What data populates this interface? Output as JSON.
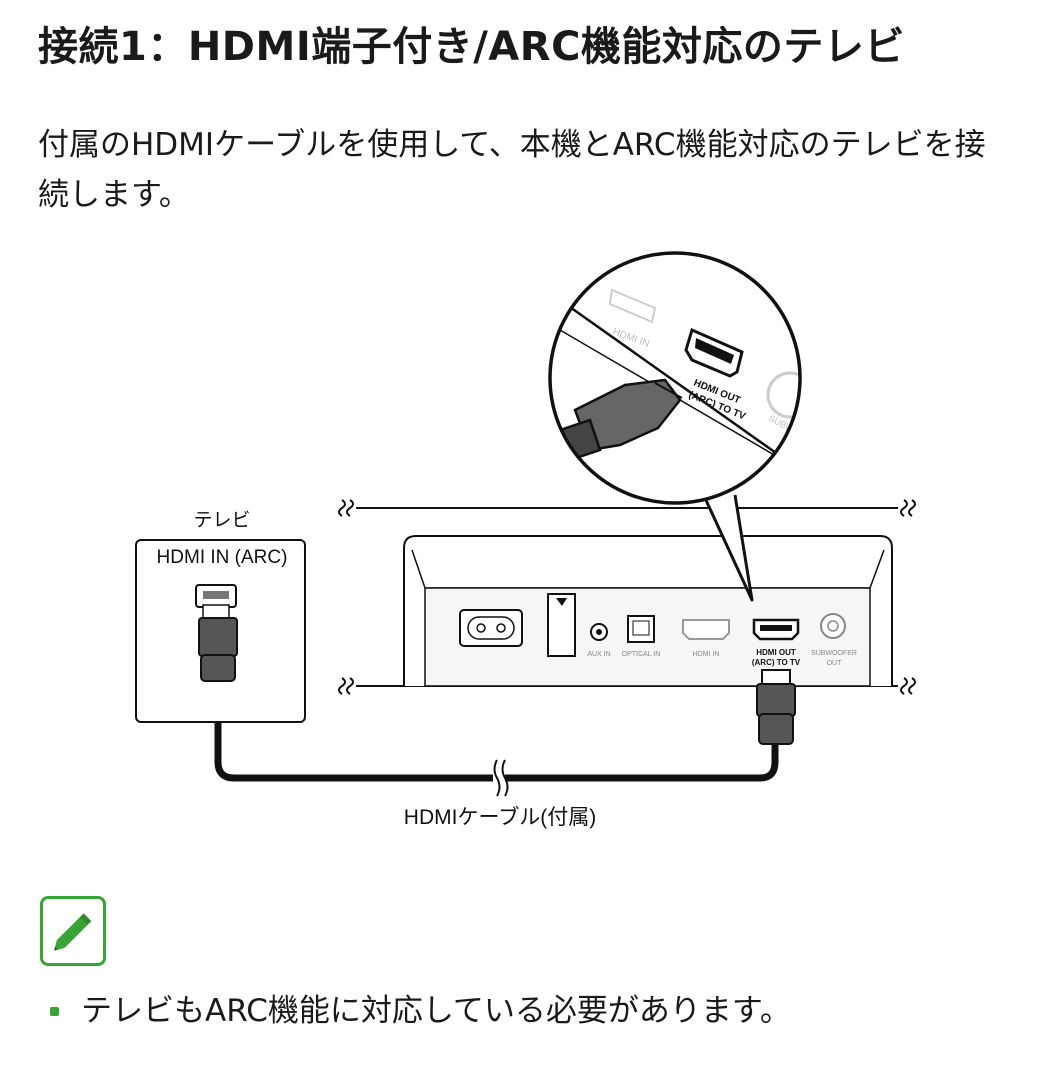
{
  "heading": "接続1：HDMI端子付き/ARC機能対応のテレビ",
  "intro": "付属のHDMIケーブルを使用して、本機とARC機能対応のテレビを接続します。",
  "diagram": {
    "tv_label": "テレビ",
    "tv_port_label": "HDMI IN (ARC)",
    "cable_label": "HDMIケーブル(付属)",
    "zoom_hdmi_in": "HDMI IN",
    "zoom_out_line1": "HDMI OUT",
    "zoom_out_line2": "(ARC) TO TV",
    "zoom_subwoofer": "SUBWOO",
    "panel_aux_in": "AUX IN",
    "panel_optical_in": "OPTICAL IN",
    "panel_hdmi_in": "HDMI IN",
    "panel_out_line1": "HDMI OUT",
    "panel_out_line2": "(ARC) TO TV",
    "panel_sub_line1": "SUBWOOFER",
    "panel_sub_line2": "OUT"
  },
  "note": {
    "icon": "pencil-icon",
    "accent_color": "#3aa335",
    "bullet": "テレビもARC機能に対応している必要があります。"
  }
}
